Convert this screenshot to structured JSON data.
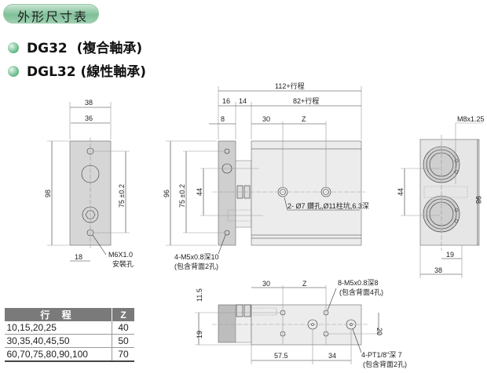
{
  "header": {
    "title": "外形尺寸表"
  },
  "models": [
    {
      "code": "DG32",
      "bearing": "(複合軸承)"
    },
    {
      "code": "DGL32",
      "bearing": "(線性軸承)"
    }
  ],
  "front_view": {
    "w_outer": "38",
    "w_inner": "36",
    "height": "98",
    "pitch": "75 ±0.2",
    "offset": "18",
    "thread": "M6X1.0",
    "thread_note": "安裝孔"
  },
  "side_view": {
    "total": "112+行程",
    "plate": "16",
    "gap": "14",
    "body": "82+行程",
    "plate_hole": "8",
    "hole1": "30",
    "hole_pitch": "Z",
    "height": "96",
    "pitch": "75 ±0.2",
    "rod_pitch": "44",
    "bore_note": "2- Ø7 鑽孔,Ø11柱坑,6.3深",
    "tap_note": "4-M5x0.8深10",
    "tap_note2": "(包含背面2孔)"
  },
  "end_view": {
    "thread": "M8x1.25",
    "rod_pitch": "44",
    "height": "98",
    "offset": "19",
    "width": "38"
  },
  "top_view": {
    "dim30": "30",
    "dimZ": "Z",
    "dim115": "11.5",
    "dim19": "19",
    "dim20": "20",
    "dim575": "57.5",
    "dim34": "34",
    "tap": "8-M5x0.8深8",
    "tap2": "(包含背面4孔)",
    "port": "4-PT1/8\"深 7",
    "port2": "(包含背面2孔)"
  },
  "stroke_table": {
    "headers": [
      "行 程",
      "Z"
    ],
    "rows": [
      [
        "10,15,20,25",
        "40"
      ],
      [
        "30,35,40,45,50",
        "50"
      ],
      [
        "60,70,75,80,90,100",
        "70"
      ]
    ]
  }
}
